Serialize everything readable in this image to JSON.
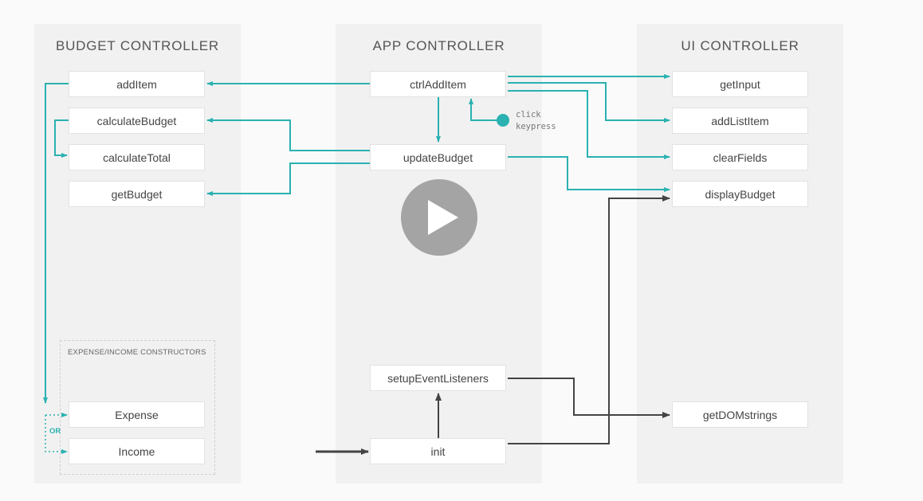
{
  "columns": {
    "budget": {
      "title": "BUDGET CONTROLLER"
    },
    "app": {
      "title": "APP CONTROLLER"
    },
    "ui": {
      "title": "UI CONTROLLER"
    }
  },
  "budget_boxes": {
    "add_item": "addItem",
    "calculate_budget": "calculateBudget",
    "calculate_total": "calculateTotal",
    "get_budget": "getBudget"
  },
  "constructors": {
    "title": "EXPENSE/INCOME CONSTRUCTORS",
    "expense": "Expense",
    "income": "Income",
    "or": "OR"
  },
  "app_boxes": {
    "ctrl_add_item": "ctrlAddItem",
    "update_budget": "updateBudget",
    "setup_event_listeners": "setupEventListeners",
    "init": "init"
  },
  "events": {
    "click": "click",
    "keypress": "keypress"
  },
  "ui_boxes": {
    "get_input": "getInput",
    "add_list_item": "addListItem",
    "clear_fields": "clearFields",
    "display_budget": "displayBudget",
    "get_dom_strings": "getDOMstrings"
  },
  "colors": {
    "teal": "#2bb1b1",
    "dark": "#444444",
    "background": "#fafafa",
    "panel": "#f1f1f1"
  },
  "overlay": {
    "icon": "play-icon"
  }
}
